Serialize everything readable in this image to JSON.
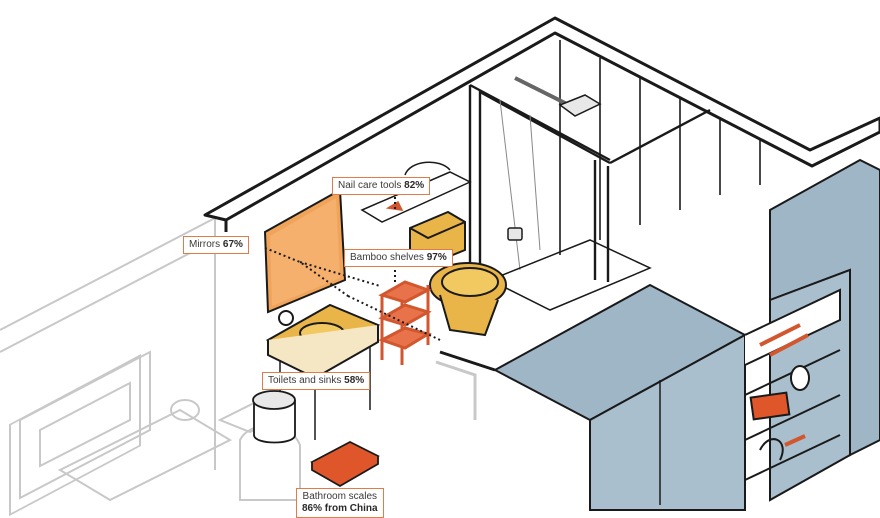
{
  "callouts": {
    "nail_care": {
      "label": "Nail care tools",
      "value": "82%"
    },
    "mirrors": {
      "label": "Mirrors",
      "value": "67%"
    },
    "bamboo": {
      "label": "Bamboo shelves",
      "value": "97%"
    },
    "toilets": {
      "label": "Toilets and sinks",
      "value": "58%"
    },
    "scales": {
      "label": "Bathroom scales",
      "value": "86% from China"
    }
  },
  "colors": {
    "accent_orange": "#e07b4a",
    "mirror_orange": "#f0a45a",
    "toilet_yellow": "#e9b548",
    "shelf_red": "#d2562e",
    "cabinet_blue": "#9fb6c6",
    "line": "#1a1a1a",
    "faded_line": "#c8c8c8"
  }
}
